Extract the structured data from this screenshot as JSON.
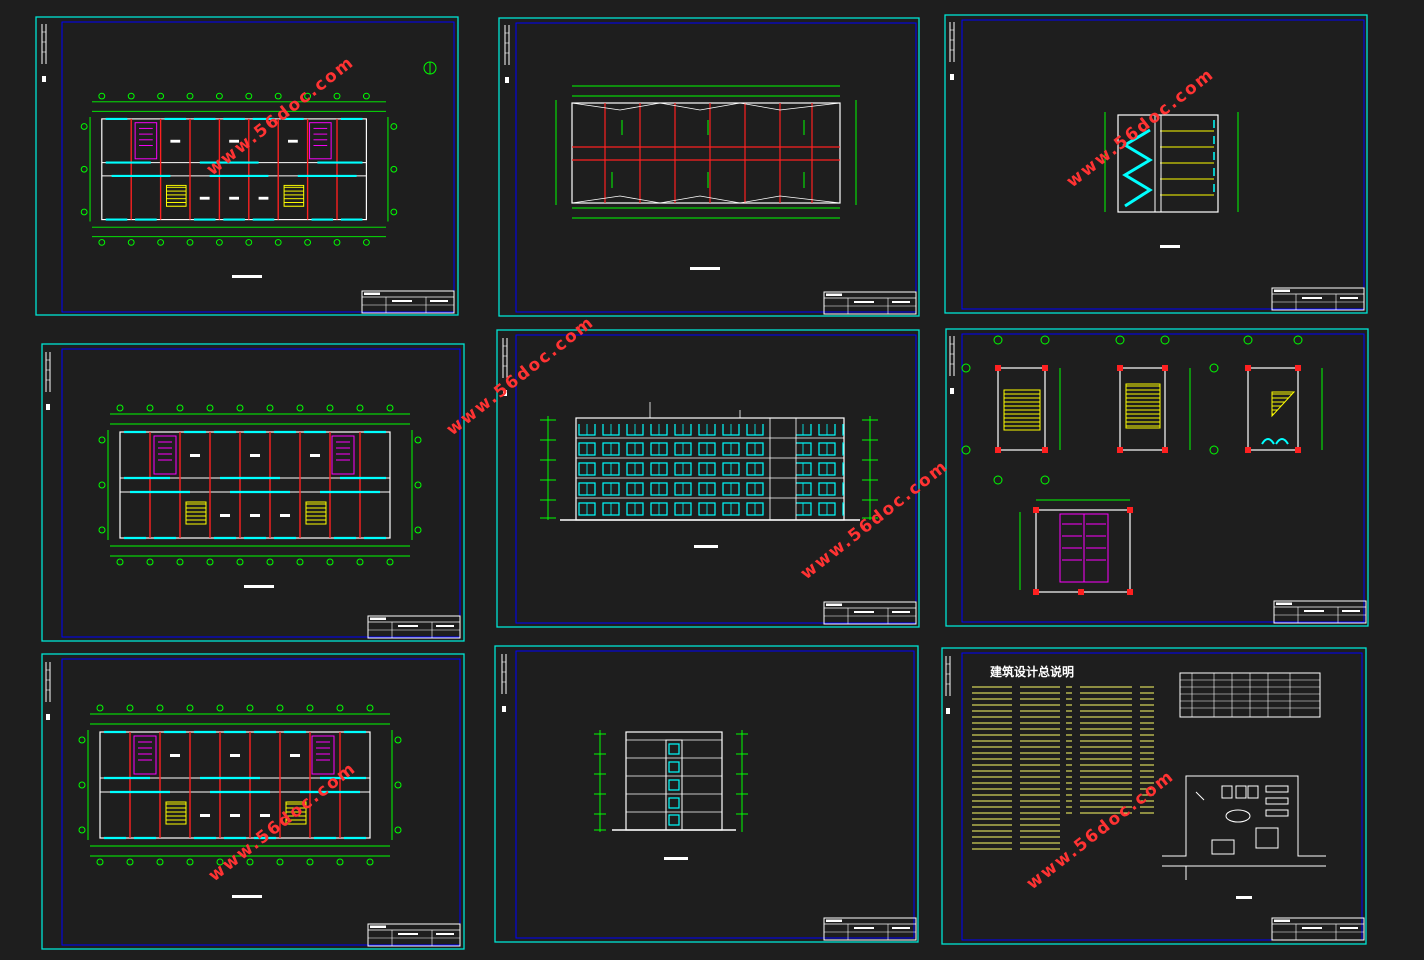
{
  "watermark": "www.56doc.com",
  "notes_title": "建筑设计总说明",
  "colors": {
    "background": "#1e1e1e",
    "sheet_border": "#00e5d4",
    "inner_border": "#0000ff",
    "grid_green": "#00ff00",
    "column_red": "#ff2020",
    "wall_white": "#ffffff",
    "window_cyan": "#00ffff",
    "stair_yellow": "#ffff00",
    "toilet_magenta": "#ff00ff",
    "watermark_red": "#ff3333"
  },
  "sheets": [
    {
      "kind": "floor-plan-1"
    },
    {
      "kind": "roof-plan"
    },
    {
      "kind": "section"
    },
    {
      "kind": "floor-plan-2"
    },
    {
      "kind": "front-elevation"
    },
    {
      "kind": "stair-details"
    },
    {
      "kind": "floor-plan-3"
    },
    {
      "kind": "side-elevation"
    },
    {
      "kind": "design-notes"
    }
  ]
}
